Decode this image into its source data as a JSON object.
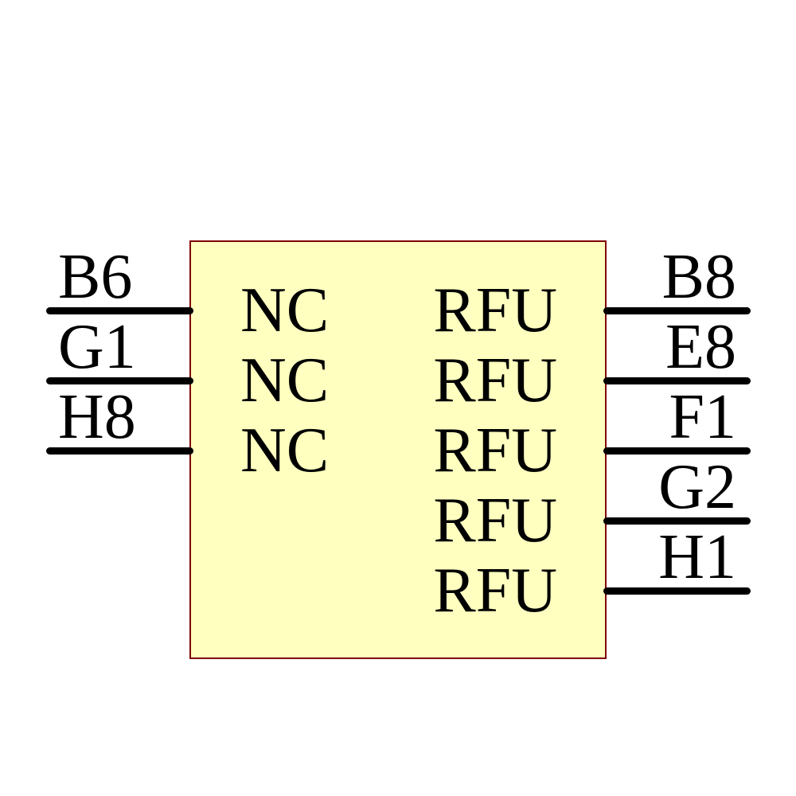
{
  "component": {
    "body_fill": "#ffffc0",
    "body_border_color": "#800000",
    "pin_color": "#000000",
    "text_color": "#000000",
    "left_pins": [
      {
        "number": "B6",
        "name": "NC"
      },
      {
        "number": "G1",
        "name": "NC"
      },
      {
        "number": "H8",
        "name": "NC"
      }
    ],
    "right_pins": [
      {
        "number": "B8",
        "name": "RFU"
      },
      {
        "number": "E8",
        "name": "RFU"
      },
      {
        "number": "F1",
        "name": "RFU"
      },
      {
        "number": "G2",
        "name": "RFU"
      },
      {
        "number": "H1",
        "name": "RFU"
      }
    ]
  }
}
